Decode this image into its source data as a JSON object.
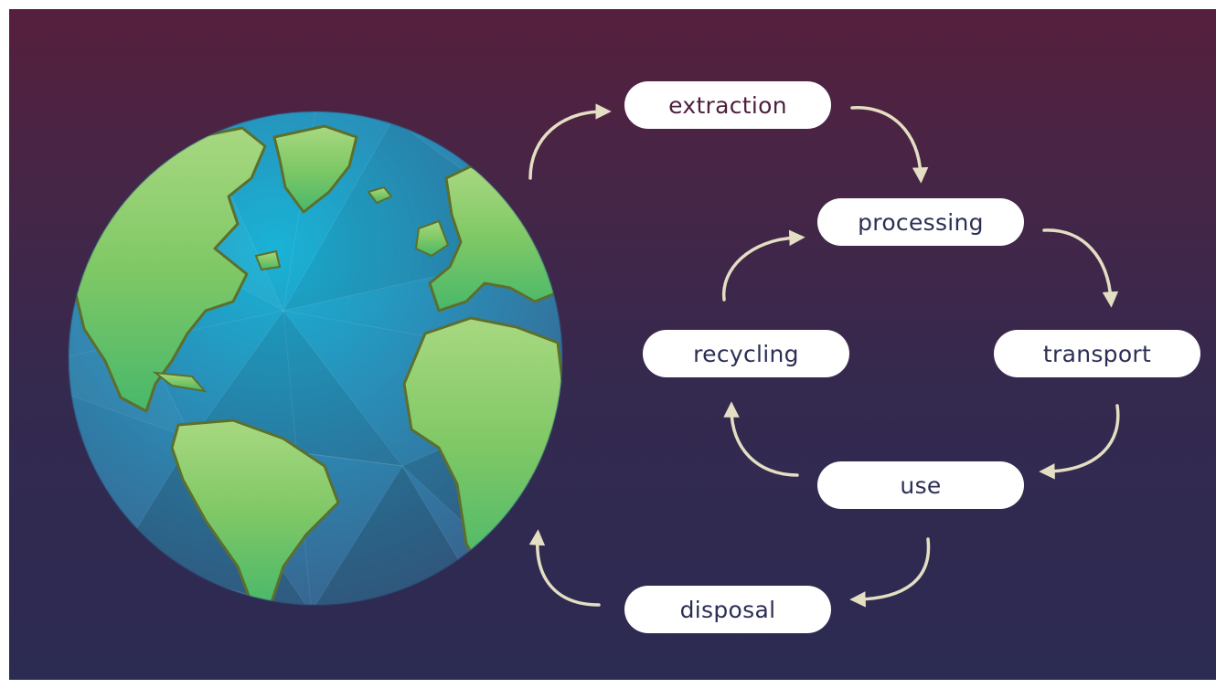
{
  "diagram": {
    "steps": {
      "extraction": "extraction",
      "processing": "processing",
      "transport": "transport",
      "use": "use",
      "recycling": "recycling",
      "disposal": "disposal"
    },
    "image": "earth-globe-low-poly"
  },
  "colors": {
    "background_top": "#561f3d",
    "background_bottom": "#2c2b52",
    "arrow": "#e4dec2",
    "pill_bg": "#ffffff",
    "ocean": "#2f93b8",
    "land": "#74c56a"
  }
}
